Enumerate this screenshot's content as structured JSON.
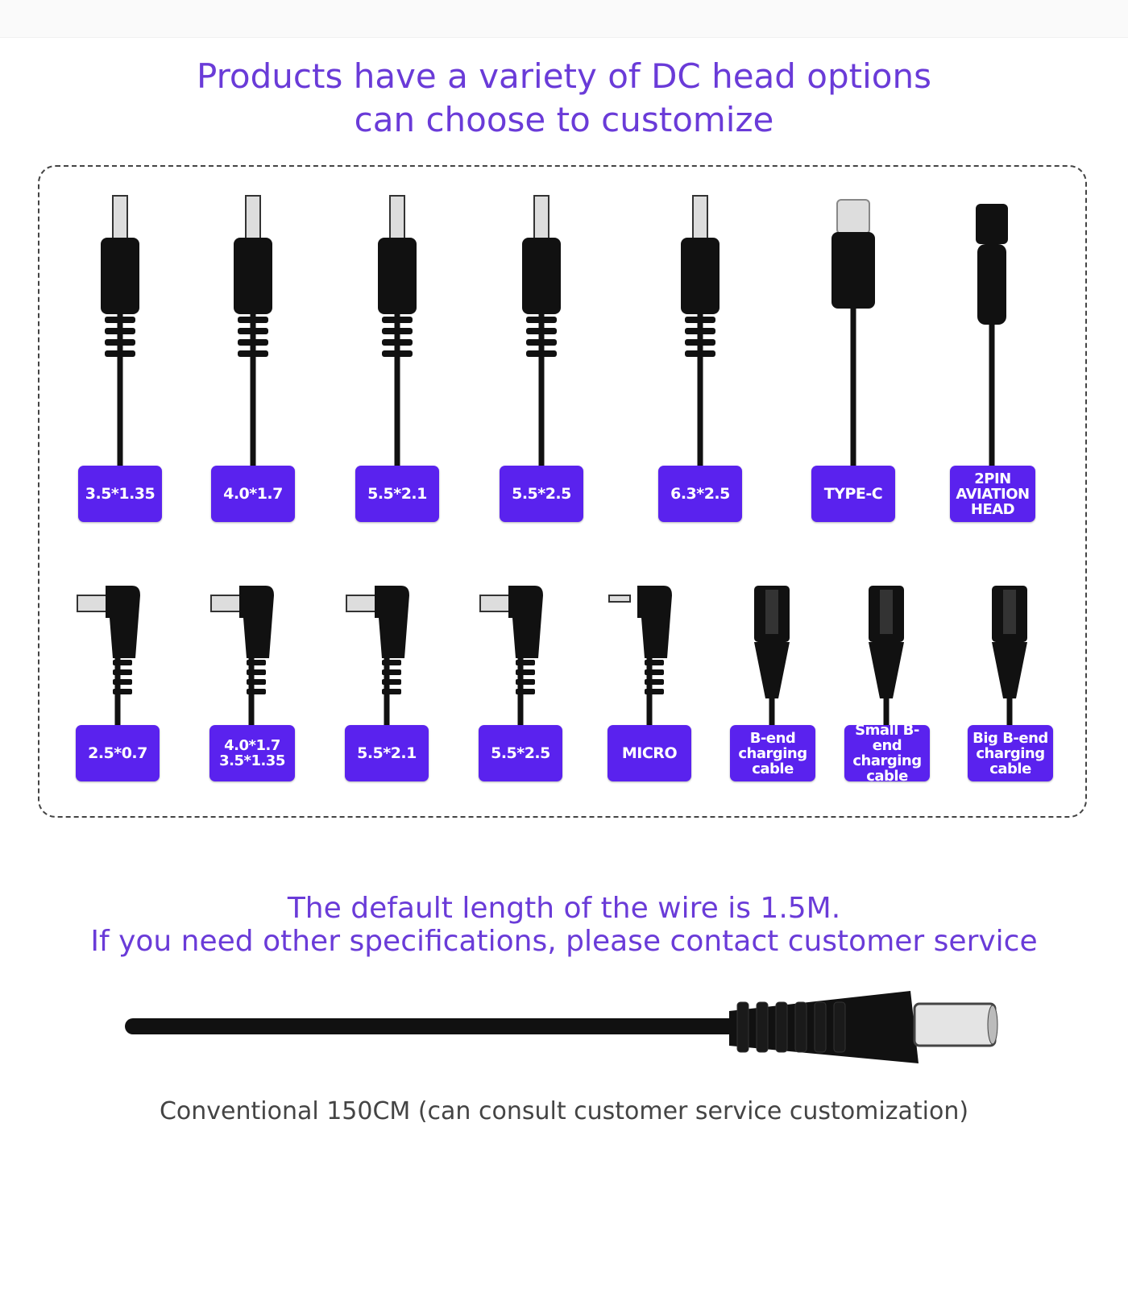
{
  "header": {
    "title_line1": "Products have a variety of DC head options",
    "title_line2": "can choose to customize"
  },
  "row1": [
    {
      "label": "3.5*1.35",
      "icon": "straight-dc-plug-icon"
    },
    {
      "label": "4.0*1.7",
      "icon": "straight-dc-plug-icon"
    },
    {
      "label": "5.5*2.1",
      "icon": "straight-dc-plug-icon"
    },
    {
      "label": "5.5*2.5",
      "icon": "straight-dc-plug-icon"
    },
    {
      "label": "6.3*2.5",
      "icon": "straight-dc-plug-icon"
    },
    {
      "label": "TYPE-C",
      "icon": "type-c-plug-icon"
    },
    {
      "label": "2PIN AVIATION HEAD",
      "icon": "aviation-plug-icon"
    }
  ],
  "row2": [
    {
      "label": "2.5*0.7",
      "icon": "right-angle-dc-plug-icon"
    },
    {
      "label": "4.0*1.7 3.5*1.35",
      "icon": "right-angle-dc-plug-icon"
    },
    {
      "label": "5.5*2.1",
      "icon": "right-angle-dc-plug-icon"
    },
    {
      "label": "5.5*2.5",
      "icon": "right-angle-dc-plug-icon"
    },
    {
      "label": "MICRO",
      "icon": "right-angle-micro-plug-icon"
    },
    {
      "label": "B-end charging cable",
      "icon": "b-end-plug-icon"
    },
    {
      "label": "Small B-end charging cable",
      "icon": "b-end-plug-icon"
    },
    {
      "label": "Big B-end charging cable",
      "icon": "b-end-plug-icon"
    }
  ],
  "wire": {
    "line1": "The default length of the wire is 1.5M.",
    "line2": "If you need other specifications, please contact customer service",
    "caption": "Conventional 150CM (can consult customer service customization)"
  },
  "colors": {
    "accent": "#5a22ee",
    "title": "#6a3bd8"
  }
}
